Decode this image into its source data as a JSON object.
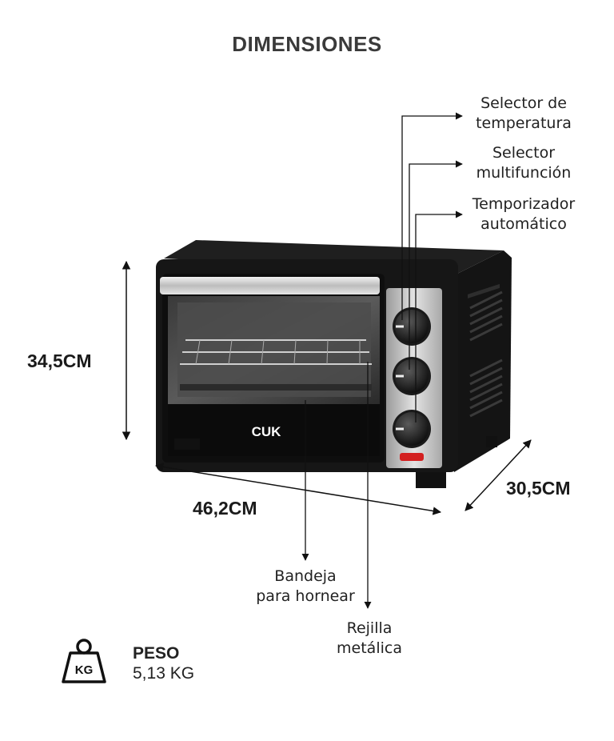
{
  "title": "DIMENSIONES",
  "labels": {
    "temperature_line1": "Selector de",
    "temperature_line2": "temperatura",
    "multifunction_line1": "Selector",
    "multifunction_line2": "multifunción",
    "timer_line1": "Temporizador",
    "timer_line2": "automático",
    "tray_line1": "Bandeja",
    "tray_line2": "para hornear",
    "rack_line1": "Rejilla",
    "rack_line2": "metálica"
  },
  "dimensions": {
    "height": "34,5CM",
    "width": "46,2CM",
    "depth": "30,5CM"
  },
  "brand": "CUK",
  "weight": {
    "icon_text": "KG",
    "label": "PESO",
    "value": "5,13 KG"
  },
  "colors": {
    "oven_body": "#151515",
    "panel": "#c9c9c9",
    "indicator": "#d32020",
    "arrow": "#111111"
  }
}
